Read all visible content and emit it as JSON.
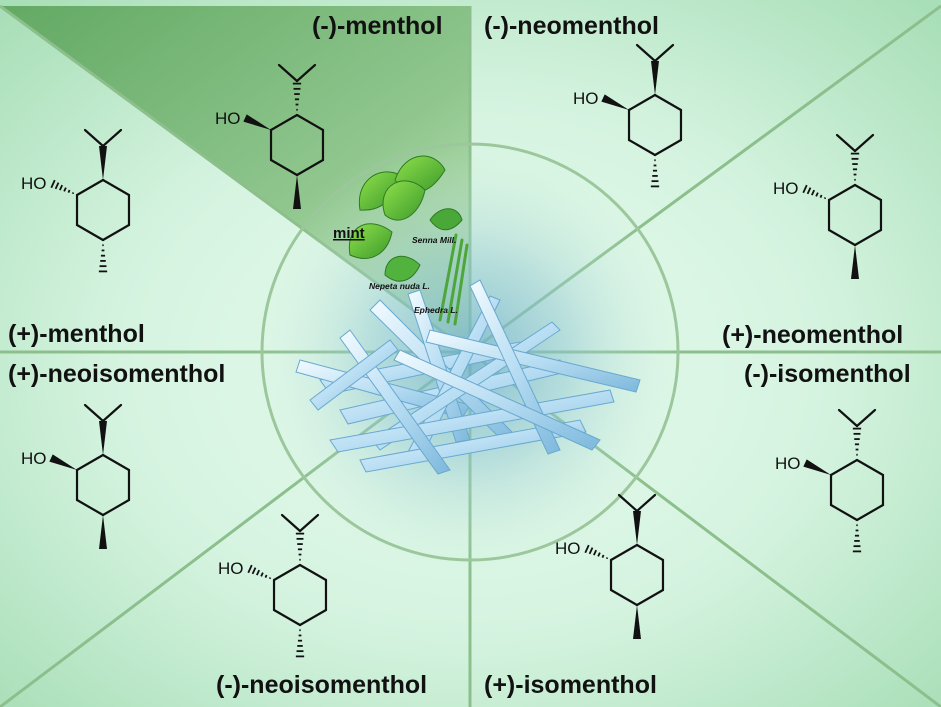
{
  "colors": {
    "background_light": "#dff6e6",
    "background_mid": "#b6e6c6",
    "divider": "#8cbf8c",
    "highlight_sector": "#7ab87a",
    "crystal": "#a8d4ee",
    "leaf": "#5fbf3a",
    "stalk": "#4ea63a"
  },
  "center_image": "menthol-crystals",
  "isomers": [
    {
      "name": "(-)-menthol"
    },
    {
      "name": "(-)-neomenthol"
    },
    {
      "name": "(+)-neomenthol"
    },
    {
      "name": "(-)-isomenthol"
    },
    {
      "name": "(+)-isomenthol"
    },
    {
      "name": "(-)-neoisomenthol"
    },
    {
      "name": "(+)-neoisomenthol"
    },
    {
      "name": "(+)-menthol"
    }
  ],
  "hydroxyl_label": "HO",
  "plants": {
    "mint": "mint",
    "senna": "Senna Mill.",
    "nepeta": "Nepeta nuda L.",
    "ephedra": "Ephedra L."
  }
}
